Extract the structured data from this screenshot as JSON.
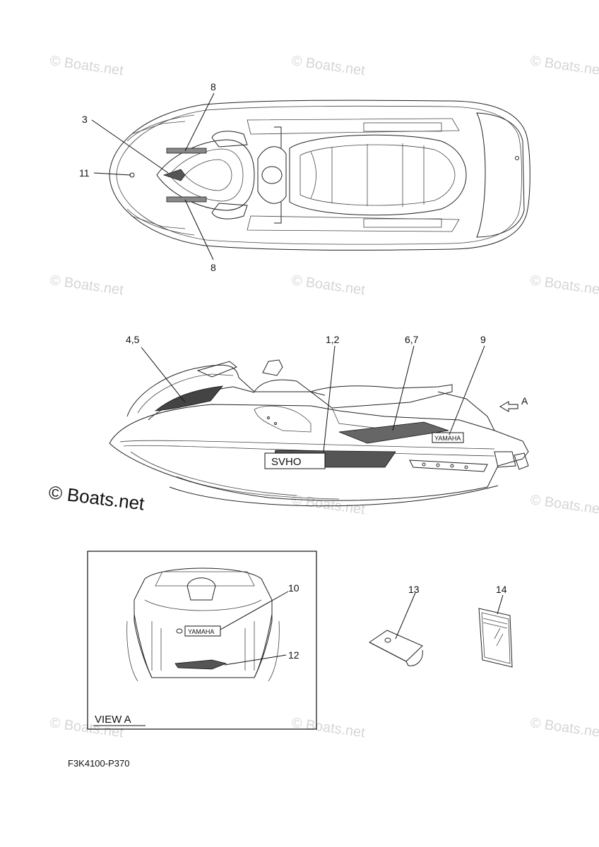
{
  "callouts": {
    "top_view": {
      "c3": "3",
      "c8_top": "8",
      "c8_bottom": "8",
      "c11": "11"
    },
    "side_view": {
      "c45": "4,5",
      "c12": "1,2",
      "c67": "6,7",
      "c9": "9",
      "arrow_a": "A"
    },
    "view_a": {
      "c10": "10",
      "c12": "12",
      "label": "VIEW A"
    },
    "parts": {
      "c13": "13",
      "c14": "14"
    }
  },
  "decals": {
    "brand": "YAMAHA",
    "model": "SVHO"
  },
  "watermark": {
    "text": "© Boats.net",
    "large_text": "© Boats.net"
  },
  "diagram_code": "F3K4100-P370"
}
